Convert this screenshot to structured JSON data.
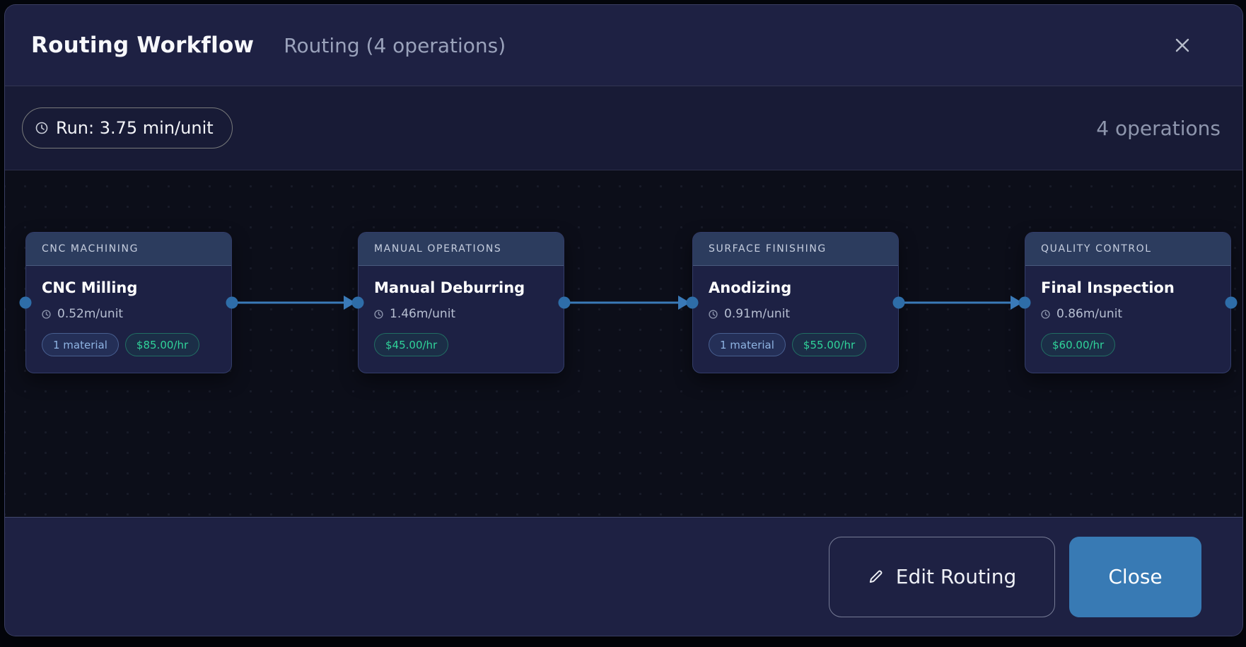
{
  "header": {
    "title": "Routing Workflow",
    "subtitle": "Routing (4 operations)"
  },
  "toolbar": {
    "run_time": "Run: 3.75 min/unit",
    "operations": "4 operations"
  },
  "canvas": {
    "nodes": [
      {
        "category": "CNC MACHINING",
        "title": "CNC Milling",
        "time": "0.52m/unit",
        "material_badge": "1 material",
        "cost_badge": "$85.00/hr"
      },
      {
        "category": "MANUAL OPERATIONS",
        "title": "Manual Deburring",
        "time": "1.46m/unit",
        "cost_badge": "$45.00/hr"
      },
      {
        "category": "SURFACE FINISHING",
        "title": "Anodizing",
        "time": "0.91m/unit",
        "material_badge": "1 material",
        "cost_badge": "$55.00/hr"
      },
      {
        "category": "QUALITY CONTROL",
        "title": "Final Inspection",
        "time": "0.86m/unit",
        "cost_badge": "$60.00/hr"
      }
    ]
  },
  "footer": {
    "edit_label": "Edit Routing",
    "close_label": "Close"
  },
  "icons": {
    "run_pill": "clock-icon",
    "node_time": "clock-icon",
    "edit_button": "pencil-icon",
    "header_close": "close-icon"
  },
  "colors": {
    "connector_blue": "#3a7ab8",
    "handle_dot_blue": "#2e6da8",
    "cost_green": "#30d39a",
    "material_blue": "#8fb4e3",
    "close_button_bg": "#387ab4",
    "node_header_bg": "#2c3c5e",
    "canvas_bg": "#0c0e19",
    "panel_bg": "#1e2143"
  }
}
